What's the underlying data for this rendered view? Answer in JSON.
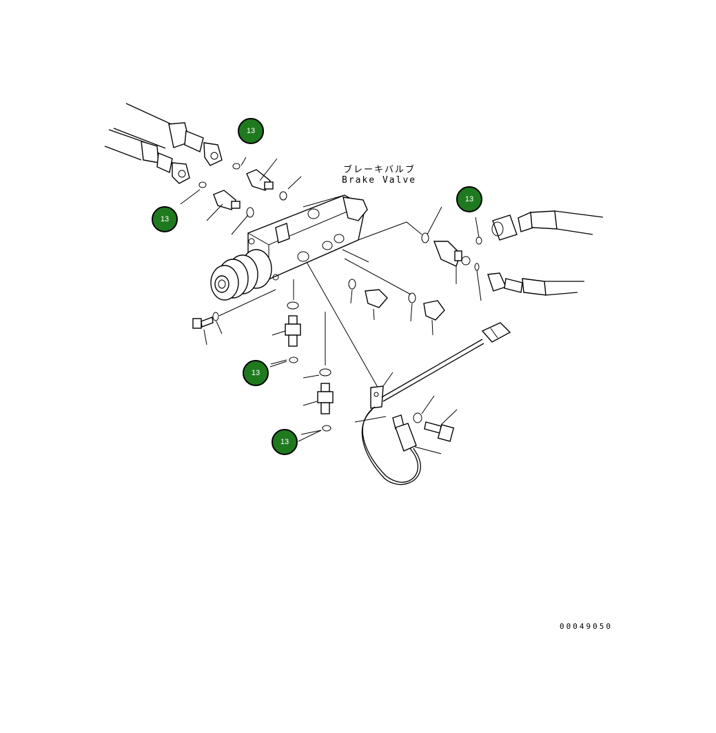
{
  "component": {
    "name_ja": "ブレーキバルブ",
    "name_en": "Brake Valve"
  },
  "figure_number": "00049050",
  "callouts": [
    {
      "id": "callout-1",
      "label": "13"
    },
    {
      "id": "callout-2",
      "label": "13"
    },
    {
      "id": "callout-3",
      "label": "13"
    },
    {
      "id": "callout-4",
      "label": "13"
    },
    {
      "id": "callout-5",
      "label": "13"
    }
  ],
  "colors": {
    "callout_fill": "#1f7a1f",
    "callout_text": "#ffffff",
    "line": "#000000"
  }
}
